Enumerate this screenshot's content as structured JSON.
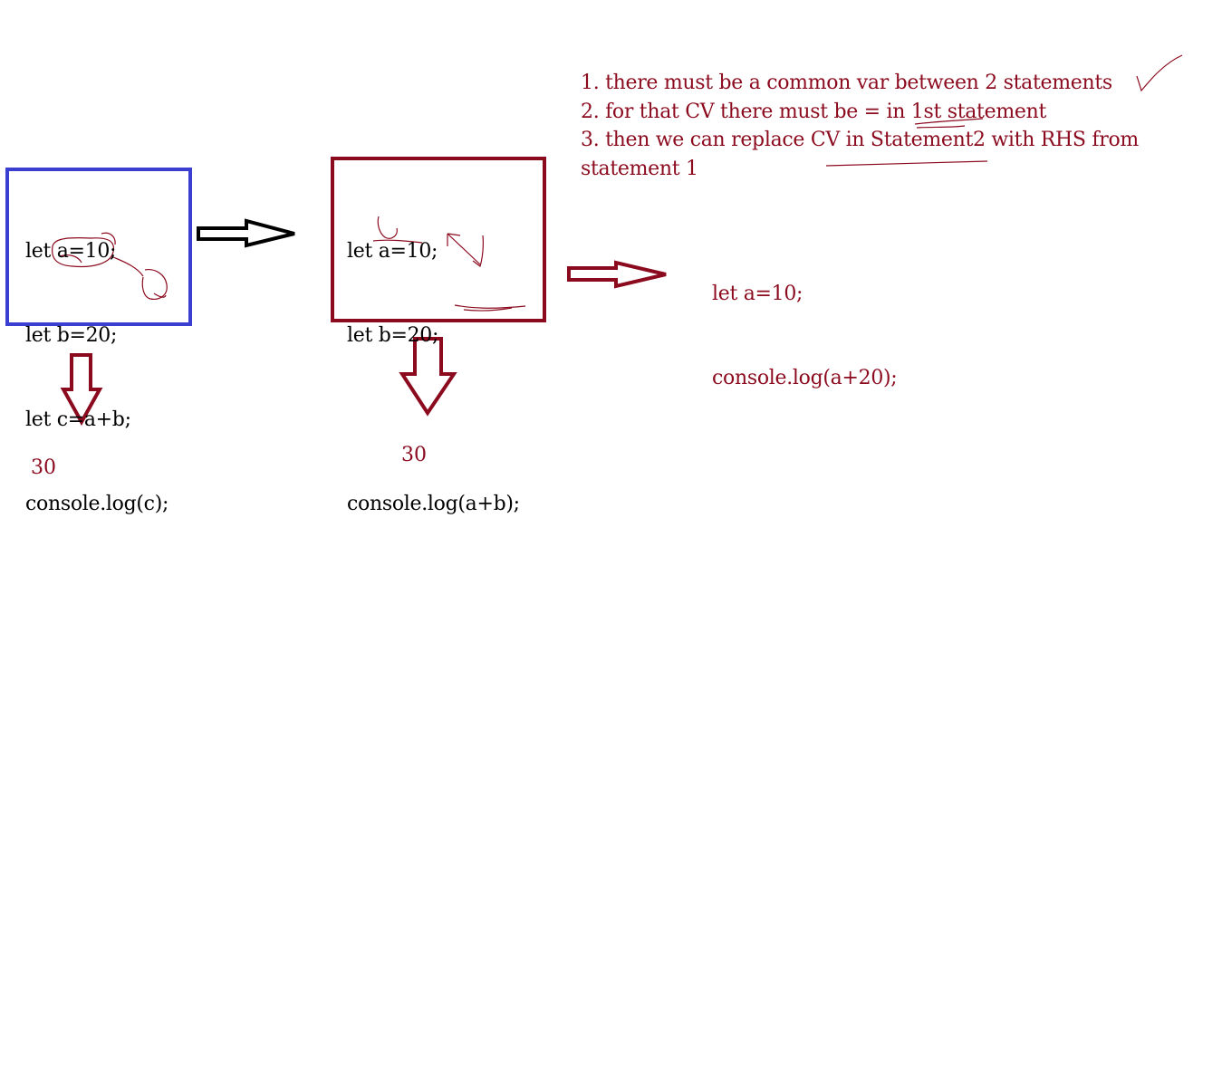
{
  "box1": {
    "lines": [
      "let a=10;",
      "let b=20;",
      "let c=a+b;",
      "console.log(c);"
    ]
  },
  "box2": {
    "lines": [
      "let a=10;",
      "let b=20;",
      "",
      "console.log(a+b);"
    ]
  },
  "result1": "30",
  "result2": "30",
  "simplified": {
    "lines": [
      "let a=10;",
      "console.log(a+20);"
    ]
  },
  "notes": [
    "1. there must be a common var between 2 statements",
    "2. for that CV there must be = in 1st statement",
    "3. then we can replace CV in Statement2 with RHS from statement 1"
  ],
  "colors": {
    "blue_box": "#3b3fd1",
    "red": "#8b0a1e",
    "black": "#000000"
  }
}
